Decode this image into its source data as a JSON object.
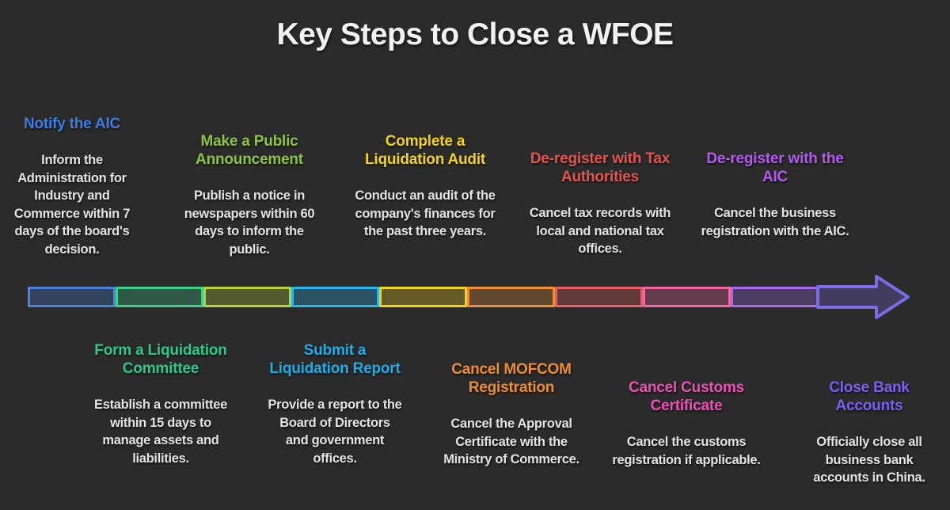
{
  "title": "Key Steps to Close a WFOE",
  "background_color": "#2b2b2b",
  "steps_top": [
    {
      "title": "Notify the AIC",
      "color": "#3d7ce4",
      "description": "Inform the Administration for Industry and Commerce within 7 days of the board's decision."
    },
    {
      "title": "Make a Public Announcement",
      "color": "#8cc43d",
      "description": "Publish a notice in newspapers within 60 days to inform the public."
    },
    {
      "title": "Complete a Liquidation Audit",
      "color": "#f4d312",
      "description": "Conduct an audit of the company's finances for the past three years."
    },
    {
      "title": "De-register with Tax Authorities",
      "color": "#e05551",
      "description": "Cancel tax records with local and national tax offices."
    },
    {
      "title": "De-register with the AIC",
      "color": "#b25aec",
      "description": "Cancel the business registration with the AIC."
    }
  ],
  "steps_bottom": [
    {
      "title": "Form a Liquidation Committee",
      "color": "#2ccb8b",
      "description": "Establish a committee within 15 days to manage assets and liabilities."
    },
    {
      "title": "Submit a Liquidation Report",
      "color": "#1dade8",
      "description": "Provide a report to the Board of Directors and government offices."
    },
    {
      "title": "Cancel MOFCOM Registration",
      "color": "#ef8e2e",
      "description": "Cancel the Approval Certificate with the Ministry of Commerce."
    },
    {
      "title": "Cancel Customs Certificate",
      "color": "#e951b5",
      "description": "Cancel the customs registration if applicable."
    },
    {
      "title": "Close Bank Accounts",
      "color": "#7d5ef3",
      "description": "Officially close all business bank accounts in China."
    }
  ],
  "timeline": {
    "segment_colors": [
      "#4d82e0",
      "#3ecf8b",
      "#b6d335",
      "#27b8ef",
      "#f3d414",
      "#ef9038",
      "#ec5e66",
      "#f466a3",
      "#a76af0"
    ],
    "arrow_color": "#7b6ce6"
  }
}
